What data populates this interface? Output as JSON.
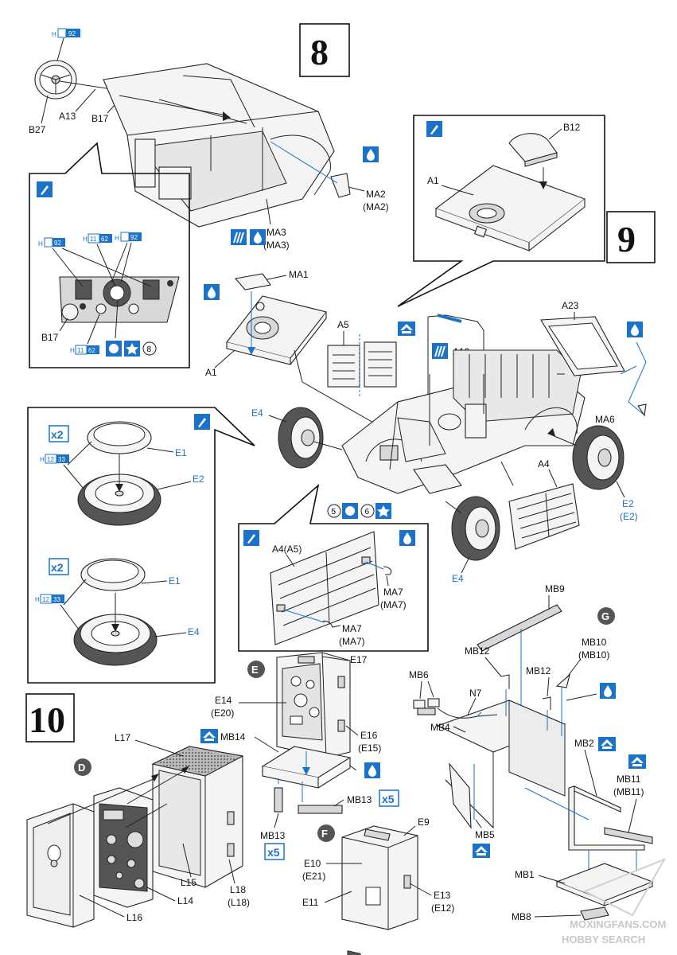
{
  "steps": {
    "s8": "8",
    "s9": "9",
    "s10": "10"
  },
  "sub_letters": {
    "e": "E",
    "g": "G",
    "d": "D",
    "f": "F"
  },
  "labels": {
    "b27": "B27",
    "a13": "A13",
    "b17": "B17",
    "b17b": "B17",
    "ma2": "MA2",
    "ma2p": "(MA2)",
    "ma3": "MA3",
    "ma3p": "(MA3)",
    "ma1": "MA1",
    "a1": "A1",
    "a1b": "A1",
    "b12": "B12",
    "a5": "A5",
    "a10": "A10",
    "a23": "A23",
    "ma6": "MA6",
    "e4": "E4",
    "e4b": "E4",
    "e4c": "E4",
    "a4": "A4",
    "e2": "E2",
    "e2p": "(E2)",
    "e2b": "E2",
    "e1": "E1",
    "e1b": "E1",
    "a4a5": "A4(A5)",
    "ma7": "MA7",
    "ma7p": "(MA7)",
    "ma7b": "MA7",
    "ma7bp": "(MA7)",
    "mb9": "MB9",
    "mb10": "MB10",
    "mb10p": "(MB10)",
    "mb12": "MB12",
    "mb12b": "MB12",
    "mb6": "MB6",
    "n7": "N7",
    "mb4": "MB4",
    "mb2": "MB2",
    "mb11": "MB11",
    "mb11p": "(MB11)",
    "mb5": "MB5",
    "mb1": "MB1",
    "mb8": "MB8",
    "e17": "E17",
    "e14": "E14",
    "e20p": "(E20)",
    "e16": "E16",
    "e15p": "(E15)",
    "mb14": "MB14",
    "mb13": "MB13",
    "mb13b": "MB13",
    "l17": "L17",
    "l15": "L15",
    "l14": "L14",
    "l16": "L16",
    "l18": "L18",
    "l18p": "(L18)",
    "e9": "E9",
    "e10": "E10",
    "e21p": "(E21)",
    "e11": "E11",
    "e13": "E13",
    "e12p": "(E12)"
  },
  "paint_codes": {
    "h92": "92",
    "h62": "62",
    "h33": "33",
    "h_prefix": "H",
    "h11": "11",
    "h12": "12"
  },
  "qty": {
    "x2": "x2",
    "x5": "x5"
  },
  "decal_numbers": {
    "n8": "8",
    "n5": "5",
    "n6": "6"
  },
  "watermark": {
    "line1": "MOXINGFANS.COM",
    "line2": "HOBBY SEARCH"
  },
  "colors": {
    "accent_blue": "#1a73c9",
    "line": "#222222"
  }
}
